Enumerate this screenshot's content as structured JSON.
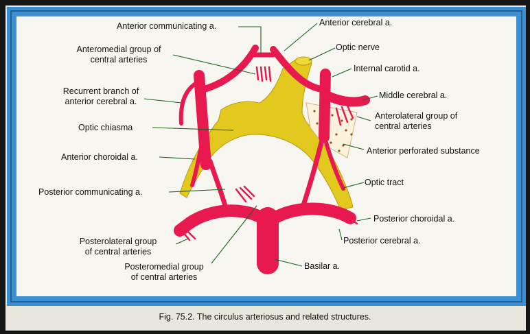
{
  "diagram": {
    "labels": {
      "anterior_communicating": "Anterior communicating a.",
      "anterior_cerebral": "Anterior cerebral a.",
      "anteromedial_group": [
        "Anteromedial group of",
        "central arteries"
      ],
      "optic_nerve": "Optic nerve",
      "internal_carotid": "Internal carotid a.",
      "recurrent_branch": [
        "Recurrent branch of",
        "anterior cerebral a."
      ],
      "middle_cerebral": "Middle cerebral a.",
      "anterolateral_group": [
        "Anterolateral group of",
        "central arteries"
      ],
      "optic_chiasma": "Optic chiasma",
      "anterior_perforated": "Anterior perforated substance",
      "anterior_choroidal": "Anterior choroidal a.",
      "optic_tract": "Optic tract",
      "posterior_communicating": "Posterior communicating a.",
      "posterior_choroidal": "Posterior choroidal a.",
      "posterolateral_group": [
        "Posterolateral group",
        "of central arteries"
      ],
      "posterior_cerebral": "Posterior cerebral a.",
      "posteromedial_group": [
        "Posteromedial group",
        "of central arteries"
      ],
      "basilar": "Basilar a."
    },
    "caption": "Fig. 75.2. The circulus arteriosus and related structures.",
    "colors": {
      "artery": "#e8194f",
      "optic": "#e3c91e",
      "panel": "#f7f6f1",
      "border": "#3b8fd0",
      "leader": "#2e8b2e"
    }
  }
}
